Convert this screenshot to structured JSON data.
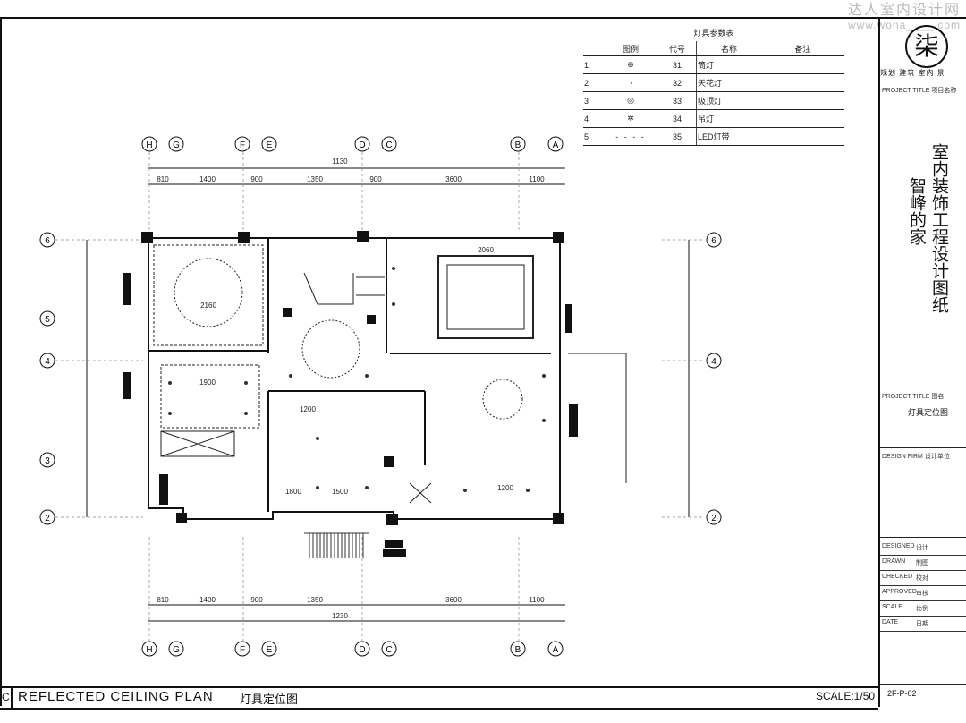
{
  "watermark": {
    "site": "达人室内设计网",
    "url": "www.wona____.com"
  },
  "legend": {
    "caption": "灯具参数表",
    "headers": [
      "图例",
      "代号",
      "名称",
      "备注"
    ],
    "rows": [
      {
        "no": "1",
        "code": "31",
        "name": "筒灯"
      },
      {
        "no": "2",
        "code": "32",
        "name": "天花灯"
      },
      {
        "no": "3",
        "code": "33",
        "name": "吸顶灯"
      },
      {
        "no": "4",
        "code": "34",
        "name": "吊灯"
      },
      {
        "no": "5",
        "code": "35",
        "name": "LED灯带"
      }
    ]
  },
  "title_block": {
    "logo_char": "柒",
    "categories": "规划  建筑  室内  景",
    "project_label": "PROJECT TITLE 项目名称",
    "main_title": "室内装饰工程设计图纸",
    "sub_title": "智峰的家",
    "drawing_label": "PROJECT TITLE 图名",
    "drawing_name": "灯具定位图",
    "firm_label": "DESIGN FIRM 设计单位",
    "fields": [
      {
        "label": "DESIGNED",
        "value": "设计"
      },
      {
        "label": "DRAWN",
        "value": "制图"
      },
      {
        "label": "CHECKED",
        "value": "校对"
      },
      {
        "label": "APPROVED",
        "value": "审核"
      },
      {
        "label": "SCALE",
        "value": "比例"
      },
      {
        "label": "DATE",
        "value": "日期"
      }
    ],
    "drawing_no": "2F-P-02"
  },
  "bottom_bar": {
    "index": "C",
    "title_en": "REFLECTED CEILING PLAN",
    "title_cn": "灯具定位图",
    "scale": "SCALE:1/50"
  },
  "plan": {
    "top_axis_labels": [
      "H",
      "G",
      "F",
      "E",
      "D",
      "C",
      "B",
      "A"
    ],
    "bottom_axis_labels": [
      "H",
      "G",
      "F",
      "E",
      "D",
      "C",
      "B",
      "A"
    ],
    "side_axis_labels": [
      "6",
      "5",
      "4",
      "3",
      "2"
    ],
    "top_total_dim": "1130",
    "top_dims": [
      "810",
      "1400",
      "900",
      "1350",
      "900",
      "3600",
      "1100"
    ],
    "bottom_total_dim": "1230",
    "bottom_dims": [
      "810",
      "1400",
      "900",
      "1350",
      "3600",
      "1100"
    ],
    "room_dims": [
      "2160",
      "1900",
      "1200",
      "1500",
      "1800",
      "1200",
      "2060"
    ]
  }
}
